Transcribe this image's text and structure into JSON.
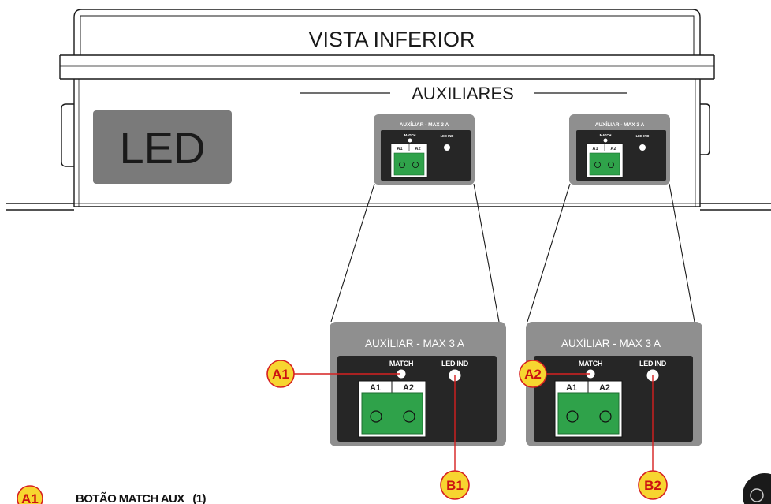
{
  "header": {
    "title": "VISTA INFERIOR",
    "subtitle": "AUXILIARES",
    "led_label": "LED"
  },
  "module_small": {
    "title": "AUXÍLIAR - MAX 3 A",
    "match_label": "MATCH",
    "led_ind_label": "LED IND",
    "term_a1": "A1",
    "term_a2": "A2"
  },
  "module_large": {
    "title": "AUXÍLIAR - MAX 3 A",
    "match_label": "MATCH",
    "led_ind_label": "LED IND",
    "term_a1": "A1",
    "term_a2": "A2"
  },
  "callouts": {
    "a1": "A1",
    "a2": "A2",
    "b1": "B1",
    "b2": "B2"
  },
  "legend": {
    "tag": "A1",
    "text": "BOTÃO MATCH AUX   (1)"
  },
  "colors": {
    "callout_fill": "#f7d530",
    "callout_stroke": "#d62020",
    "module_bg": "#8f8f8f",
    "panel_bg": "#262626",
    "terminal_green": "#2fa24a",
    "led_badge": "#7a7a7a"
  }
}
